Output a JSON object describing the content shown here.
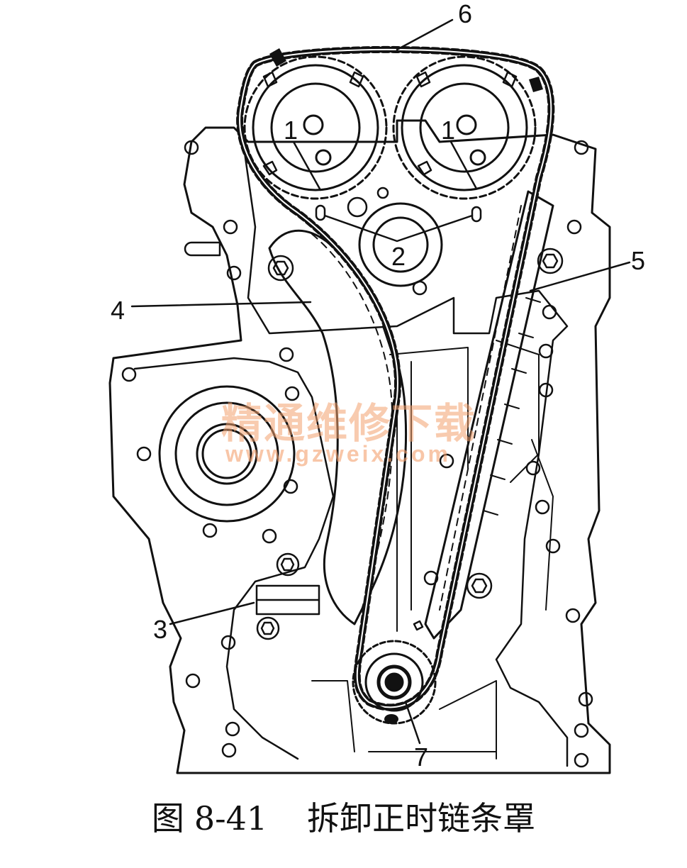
{
  "callouts": {
    "c1_left": "1",
    "c1_right": "1",
    "c2": "2",
    "c3": "3",
    "c4": "4",
    "c5": "5",
    "c6": "6",
    "c7": "7"
  },
  "watermark": {
    "cn": "精通维修下载",
    "url": "www.gzweix.com"
  },
  "caption": {
    "figure_prefix": "图",
    "figure_number": "8-41",
    "title": "拆卸正时链条罩"
  }
}
